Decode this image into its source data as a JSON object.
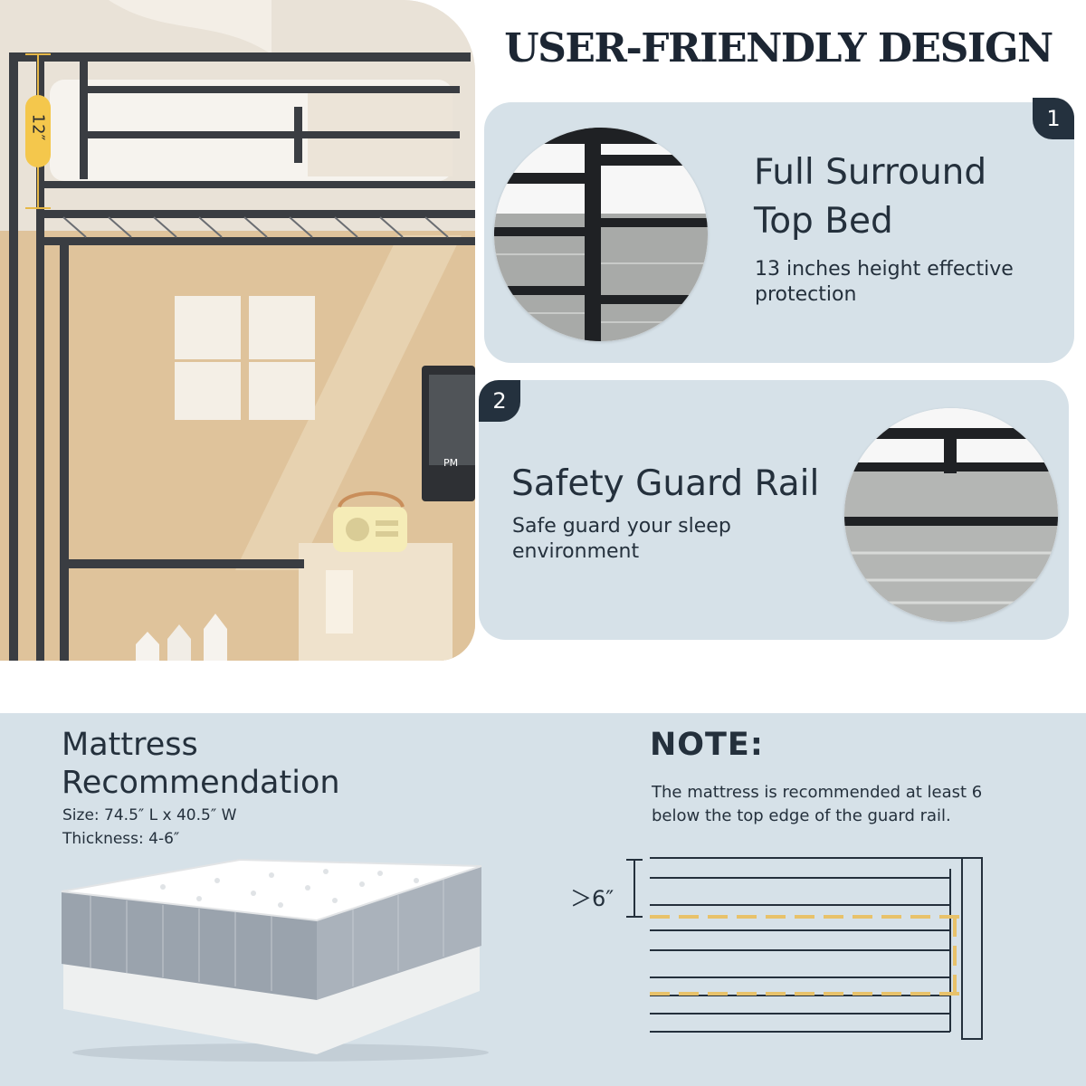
{
  "title": "USER-FRIENDLY DESIGN",
  "photo": {
    "height_label": "12″",
    "monitor_label": "PM",
    "alt_icons": [
      "loft-bed-photo",
      "window-icon",
      "radio-icon",
      "house-decor-icon"
    ]
  },
  "features": [
    {
      "number": "1",
      "title_line1": "Full Surround",
      "title_line2": "Top Bed",
      "desc_line1": "13 inches height effective",
      "desc_line2": "protection"
    },
    {
      "number": "2",
      "title_line1": "Safety Guard Rail",
      "desc_line1": "Safe guard your sleep",
      "desc_line2": "environment"
    }
  ],
  "mattress": {
    "title_line1": "Mattress",
    "title_line2": "Recommendation",
    "size": "Size: 74.5″ L x  40.5″ W",
    "thickness": "Thickness: 4-6″"
  },
  "note": {
    "title": "NOTE:",
    "text_line1": "The mattress is recommended at least 6",
    "text_line2": "below the top edge of the guard rail.",
    "gap_label": "＞6″"
  },
  "colors": {
    "card_bg": "#d6e1e8",
    "badge": "#24313e",
    "text": "#24303c",
    "dashed_accent": "#e8c26a",
    "frame_black": "#2a2c30"
  }
}
